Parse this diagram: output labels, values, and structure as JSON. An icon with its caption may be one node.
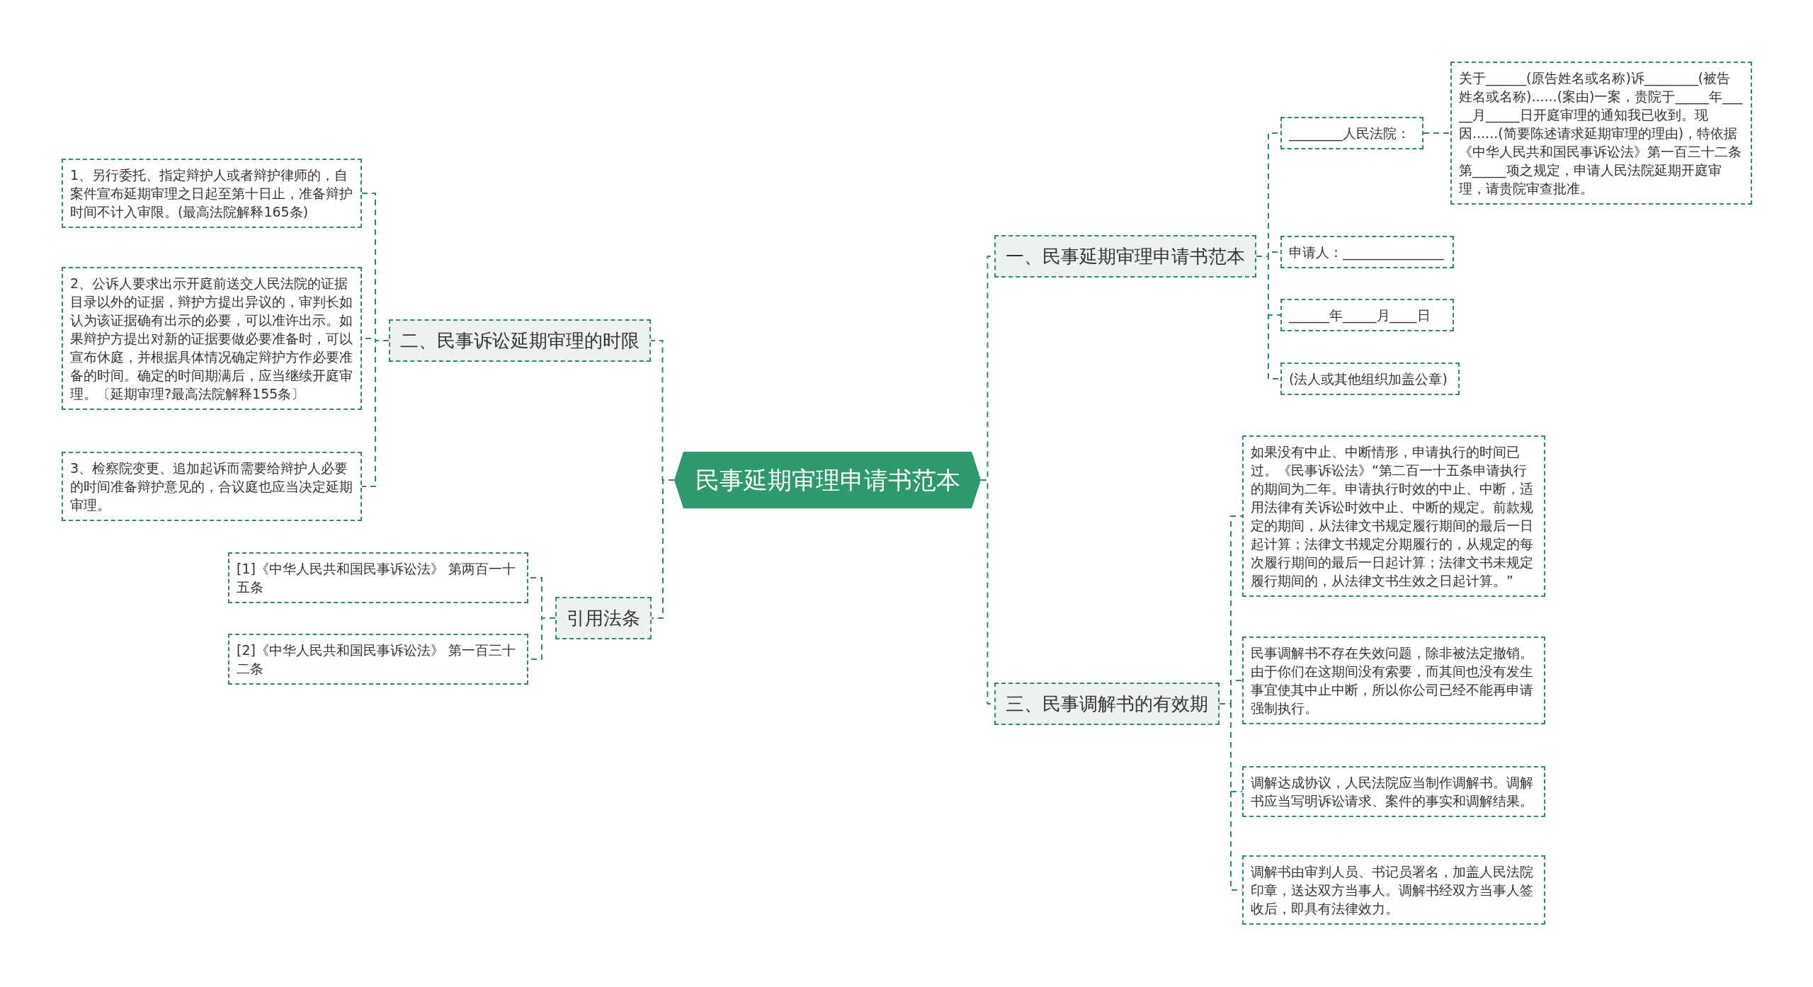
{
  "diagram": {
    "nodes": [
      {
        "text": [
          "民事延期审理申请书范本"
        ]
      },
      {
        "text": [
          "一、民事延期审理申请书范本"
        ]
      },
      {
        "text": [
          "________人民法院："
        ]
      },
      {
        "text": [
          "关于______(原告姓名或名称)诉________(被告姓名或名称)......(案由)一案，贵院于_____年_____月_____日开庭审理的通知我已收到。现因......(简要陈述请求延期审理的理由)，特依据《中华人民共和国民事诉讼法》第一百三十二条第_____项之规定，申请人民法院延期开庭审理，请贵院审查批准。"
        ]
      },
      {
        "text": [
          "申请人：_______________"
        ]
      },
      {
        "text": [
          "______年_____月____日"
        ]
      },
      {
        "text": [
          "(法人或其他组织加盖公章)"
        ]
      },
      {
        "text": [
          "三、民事调解书的有效期"
        ]
      },
      {
        "text": [
          "如果没有中止、中断情形，申请执行的时间已过。《民事诉讼法》“第二百一十五条申请执行的期间为二年。申请执行时效的中止、中断，适用法律有关诉讼时效中止、中断的规定。前款规定的期间，从法律文书规定履行期间的最后一日起计算；法律文书规定分期履行的，从规定的每次履行期间的最后一日起计算；法律文书未规定履行期间的，从法律文书生效之日起计算。”"
        ]
      },
      {
        "text": [
          "民事调解书不存在失效问题，除非被法定撤销。由于你们在这期间没有索要，而其间也没有发生事宜使其中止中断，所以你公司已经不能再申请强制执行。"
        ]
      },
      {
        "text": [
          "调解达成协议，人民法院应当制作调解书。调解书应当写明诉讼请求、案件的事实和调解结果。"
        ]
      },
      {
        "text": [
          "调解书由审判人员、书记员署名，加盖人民法院印章，送达双方当事人。调解书经双方当事人签收后，即具有法律效力。"
        ]
      },
      {
        "text": [
          "二、民事诉讼延期审理的时限"
        ]
      },
      {
        "text": [
          "1、另行委托、指定辩护人或者辩护律师的，自案件宣布延期审理之日起至第十日止，准备辩护时间不计入审限。(最高法院解释165条)"
        ]
      },
      {
        "text": [
          "2、公诉人要求出示开庭前送交人民法院的证据目录以外的证据，辩护方提出异议的，审判长如认为该证据确有出示的必要，可以准许出示。如果辩护方提出对新的证据要做必要准备时，可以宣布休庭，并根据具体情况确定辩护方作必要准备的时间。确定的时间期满后，应当继续开庭审理。〔延期审理?最高法院解释155条〕"
        ]
      },
      {
        "text": [
          "3、检察院变更、追加起诉而需要给辩护人必要的时间准备辩护意见的，合议庭也应当决定延期审理。"
        ]
      },
      {
        "text": [
          "引用法条"
        ]
      },
      {
        "text": [
          "[1]《中华人民共和国民事诉讼法》 第两百一十五条"
        ]
      },
      {
        "text": [
          "[2]《中华人民共和国民事诉讼法》 第一百三十二条"
        ]
      }
    ],
    "edges": [
      {
        "from": 0,
        "to": 1,
        "arrow": "none"
      },
      {
        "from": 1,
        "to": 2,
        "arrow": "none"
      },
      {
        "from": 2,
        "to": 3,
        "arrow": "none"
      },
      {
        "from": 1,
        "to": 4,
        "arrow": "none"
      },
      {
        "from": 1,
        "to": 5,
        "arrow": "none"
      },
      {
        "from": 1,
        "to": 6,
        "arrow": "none"
      },
      {
        "from": 0,
        "to": 7,
        "arrow": "none"
      },
      {
        "from": 7,
        "to": 8,
        "arrow": "none"
      },
      {
        "from": 7,
        "to": 9,
        "arrow": "none"
      },
      {
        "from": 7,
        "to": 10,
        "arrow": "none"
      },
      {
        "from": 7,
        "to": 11,
        "arrow": "none"
      },
      {
        "from": 0,
        "to": 12,
        "arrow": "none"
      },
      {
        "from": 12,
        "to": 13,
        "arrow": "none"
      },
      {
        "from": 12,
        "to": 14,
        "arrow": "none"
      },
      {
        "from": 12,
        "to": 15,
        "arrow": "none"
      },
      {
        "from": 0,
        "to": 16,
        "arrow": "none"
      },
      {
        "from": 16,
        "to": 17,
        "arrow": "none"
      },
      {
        "from": 16,
        "to": 18,
        "arrow": "none"
      }
    ]
  }
}
